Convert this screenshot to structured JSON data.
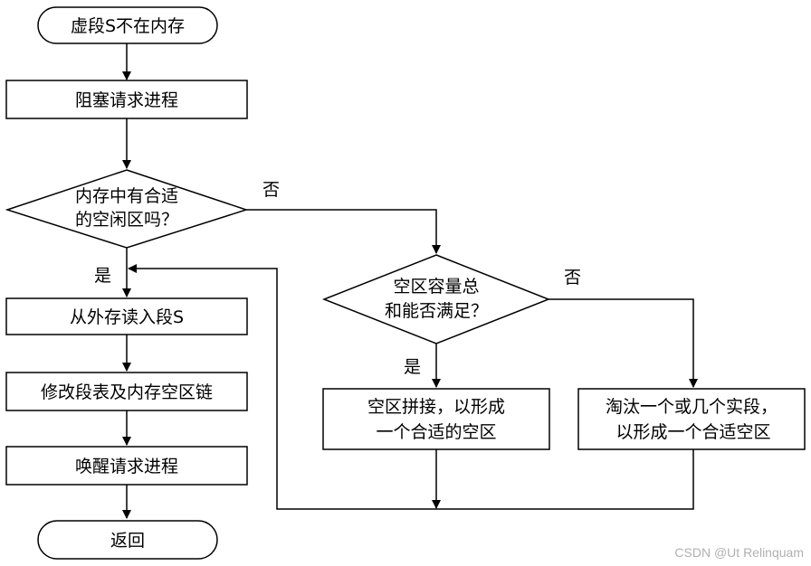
{
  "nodes": {
    "start": "虚段S不在内存",
    "block": "阻塞请求进程",
    "decision1": [
      "内存中有合适",
      "的空闲区吗？"
    ],
    "load": "从外存读入段S",
    "update": "修改段表及内存空区链",
    "wake": "唤醒请求进程",
    "end": "返回",
    "decision2": [
      "空区容量总",
      "和能否满足？"
    ],
    "compact": [
      "空区拼接，以形成",
      "一个合适的空区"
    ],
    "evict": [
      "淘汰一个或几个实段，",
      "以形成一个合适空区"
    ]
  },
  "labels": {
    "d1_no": "否",
    "d1_yes": "是",
    "d2_no": "否",
    "d2_yes": "是"
  },
  "watermark": "CSDN @Ut Relinquam"
}
